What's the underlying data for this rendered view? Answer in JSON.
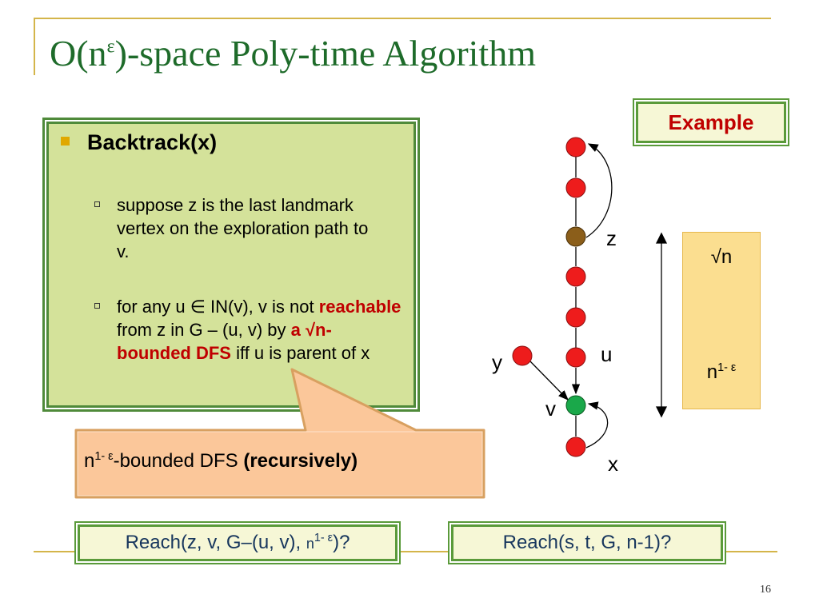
{
  "title": {
    "prefix": "O(n",
    "sup": "ε",
    "suffix": ")-space Poly-time Algorithm"
  },
  "bullets": {
    "main": "Backtrack(x)",
    "sub1": "suppose z is the last landmark vertex on the exploration path to v.",
    "sub2": {
      "t1": "for any u ∈ IN(v), v is not ",
      "t2": "reachable",
      "t3": " from z in G – (u, v) by ",
      "t4": "a √n-bounded DFS",
      "t5": " iff u is parent of x"
    }
  },
  "example_label": "Example",
  "callout": {
    "base": "n",
    "sup": "1- ε",
    "mid": "-bounded DFS ",
    "bold": "(recursively)"
  },
  "side_box": {
    "top": "√n",
    "bottom_base": "n",
    "bottom_sup": "1- ε"
  },
  "node_labels": {
    "z": "z",
    "u": "u",
    "y": "y",
    "v": "v",
    "x": "x"
  },
  "reach": {
    "left": {
      "text": "Reach(z, v, G–(u, v), ",
      "sub_base": "n",
      "sub_sup": "1- ε",
      "end": ")?"
    },
    "right": "Reach(s, t, G, n-1)?"
  },
  "colors": {
    "title": "#1e6b2a",
    "red_node": "#ee1c1c",
    "landmark_node": "#8b5e1a",
    "target_node": "#1aa84a",
    "accent": "#c00000"
  },
  "page_number": "16"
}
